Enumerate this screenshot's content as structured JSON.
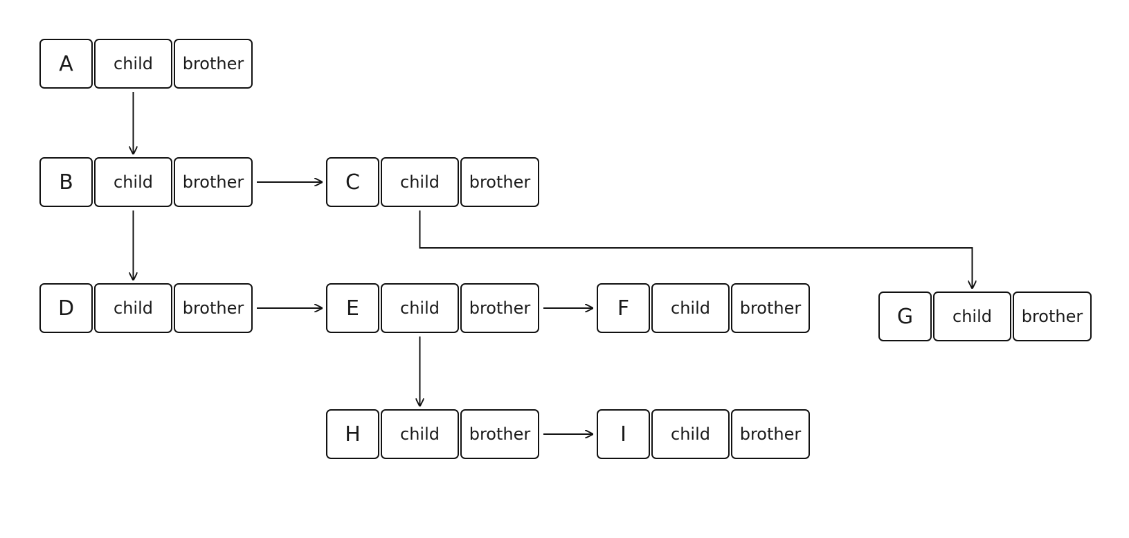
{
  "diagram": {
    "field_labels": {
      "child": "child",
      "brother": "brother"
    },
    "nodes": [
      {
        "id": "A",
        "label": "A"
      },
      {
        "id": "B",
        "label": "B"
      },
      {
        "id": "C",
        "label": "C"
      },
      {
        "id": "D",
        "label": "D"
      },
      {
        "id": "E",
        "label": "E"
      },
      {
        "id": "F",
        "label": "F"
      },
      {
        "id": "G",
        "label": "G"
      },
      {
        "id": "H",
        "label": "H"
      },
      {
        "id": "I",
        "label": "I"
      }
    ],
    "edges": [
      {
        "from": "A",
        "to": "B",
        "kind": "child"
      },
      {
        "from": "B",
        "to": "C",
        "kind": "brother"
      },
      {
        "from": "B",
        "to": "D",
        "kind": "child"
      },
      {
        "from": "C",
        "to": "G",
        "kind": "child"
      },
      {
        "from": "D",
        "to": "E",
        "kind": "brother"
      },
      {
        "from": "E",
        "to": "F",
        "kind": "brother"
      },
      {
        "from": "E",
        "to": "H",
        "kind": "child"
      },
      {
        "from": "H",
        "to": "I",
        "kind": "brother"
      }
    ]
  }
}
